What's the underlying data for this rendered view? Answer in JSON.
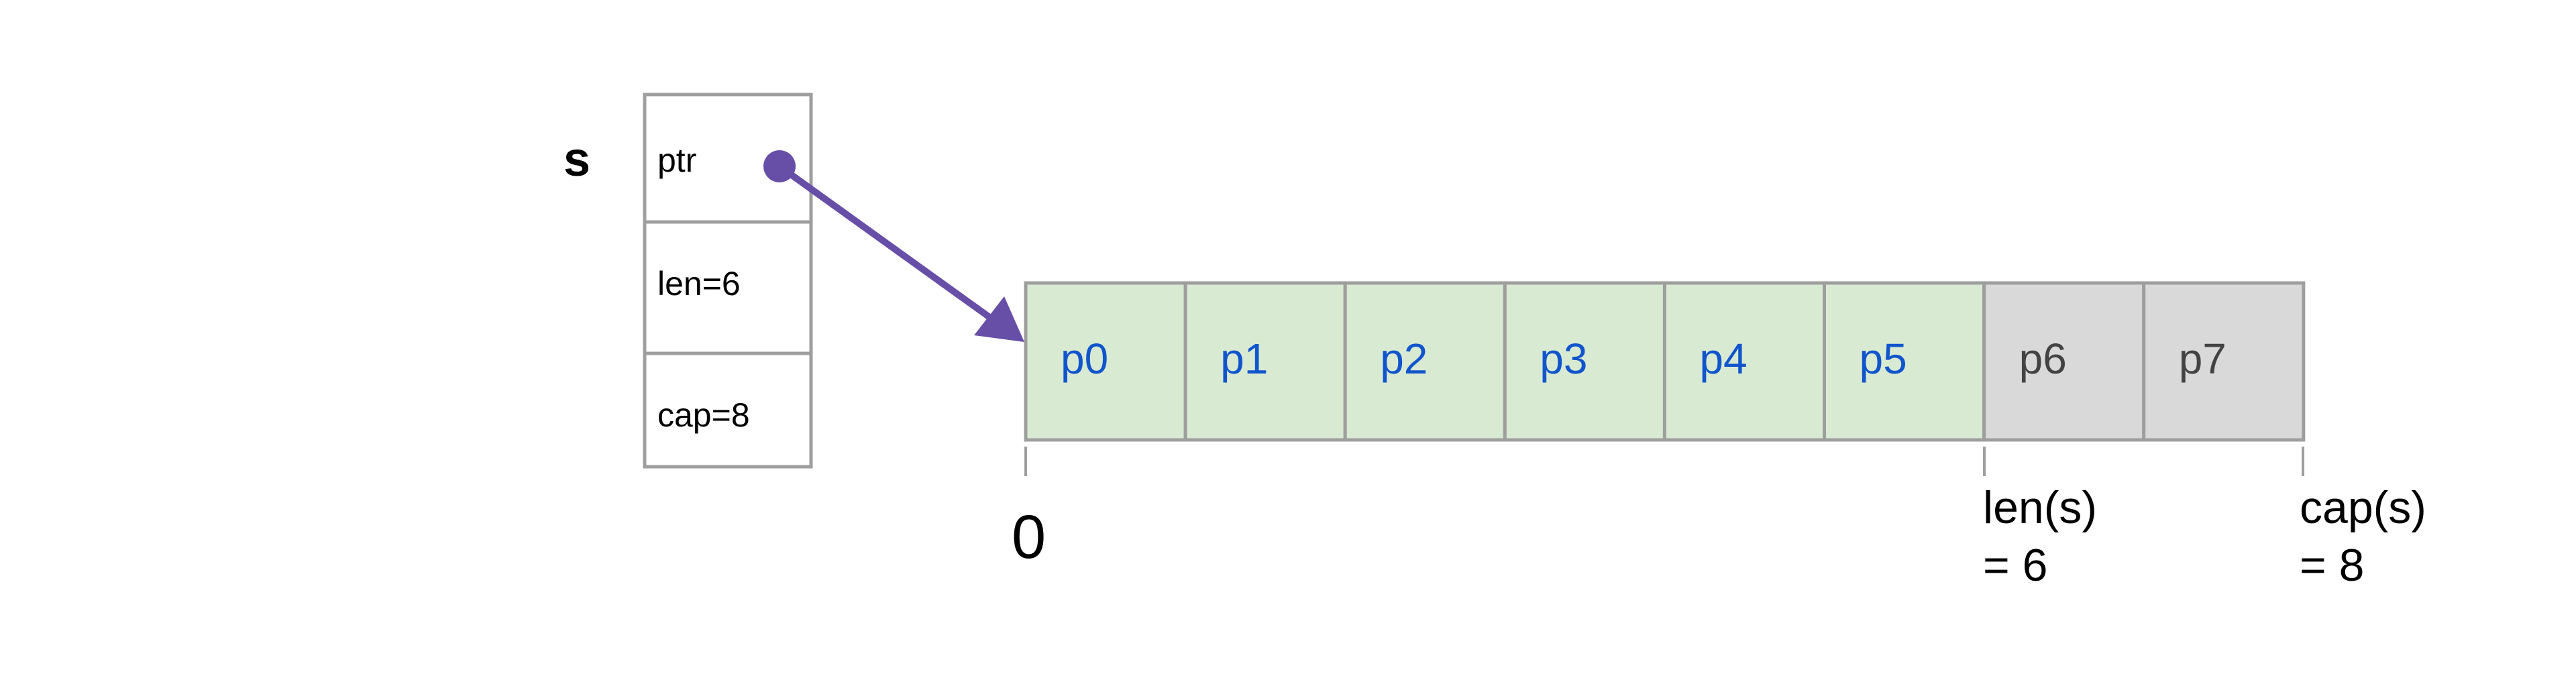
{
  "variable_name": "s",
  "header_fields": [
    {
      "label": "ptr"
    },
    {
      "label": "len=6"
    },
    {
      "label": "cap=8"
    }
  ],
  "array_cells": [
    {
      "label": "p0",
      "in_len": true
    },
    {
      "label": "p1",
      "in_len": true
    },
    {
      "label": "p2",
      "in_len": true
    },
    {
      "label": "p3",
      "in_len": true
    },
    {
      "label": "p4",
      "in_len": true
    },
    {
      "label": "p5",
      "in_len": true
    },
    {
      "label": "p6",
      "in_len": false
    },
    {
      "label": "p7",
      "in_len": false
    }
  ],
  "markers": {
    "zero": "0",
    "len_line1": "len(s)",
    "len_line2": "= 6",
    "cap_line1": "cap(s)",
    "cap_line2": "= 8"
  },
  "colors": {
    "in_len_fill": "#d9ead3",
    "spare_fill": "#d9d9d9",
    "border": "#9e9e9e",
    "in_len_text": "#1155cc",
    "spare_text": "#434343",
    "arrow": "#674ea7"
  }
}
